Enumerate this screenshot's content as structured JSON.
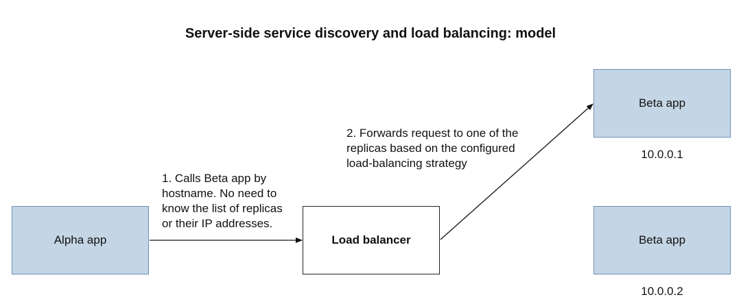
{
  "title": "Server-side service discovery and load balancing: model",
  "nodes": {
    "alpha": "Alpha app",
    "load_balancer": "Load balancer",
    "beta_1": "Beta app",
    "beta_2": "Beta app"
  },
  "ips": {
    "beta_1": "10.0.0.1",
    "beta_2": "10.0.0.2"
  },
  "notes": {
    "step_1": "1. Calls Beta app by\nhostname. No need to\nknow the list of replicas\nor their IP addresses.",
    "step_2": "2. Forwards request to one of the\nreplicas based on the configured\nload-balancing strategy"
  }
}
